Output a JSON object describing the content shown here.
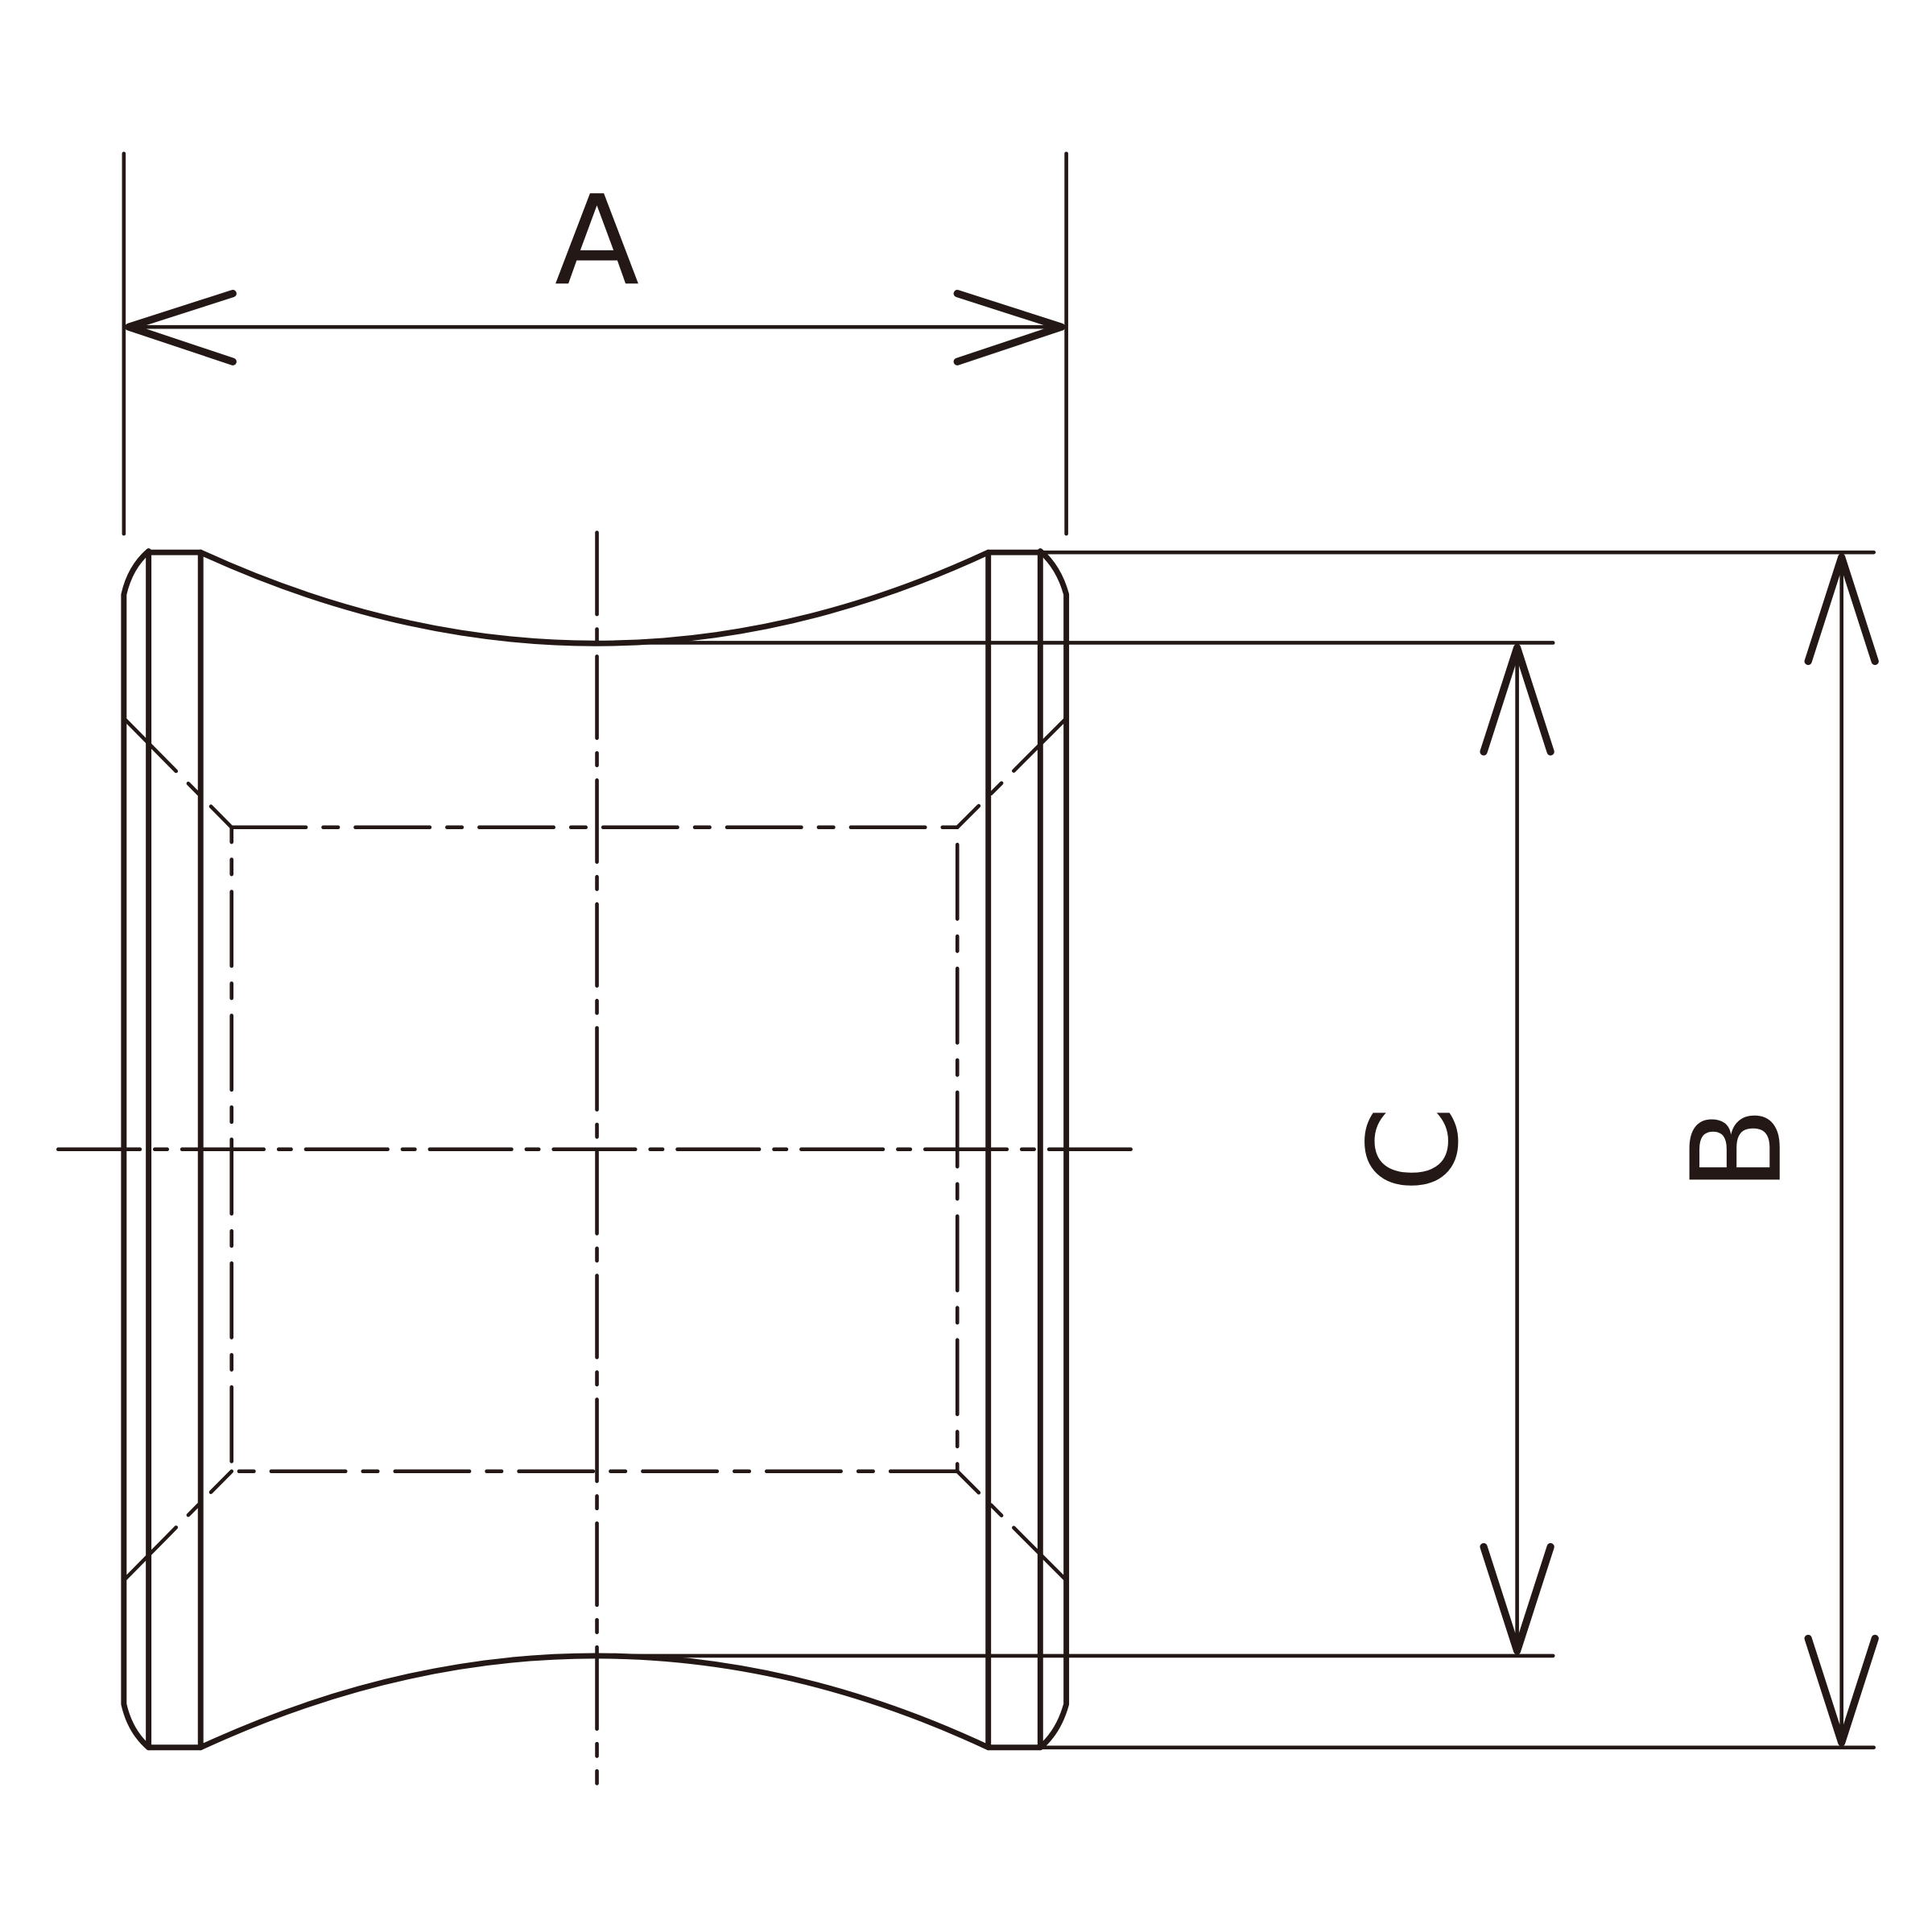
{
  "diagram": {
    "labels": {
      "width": "A",
      "outer_diameter": "B",
      "inner_diameter": "C"
    },
    "line_color": "#231815"
  }
}
